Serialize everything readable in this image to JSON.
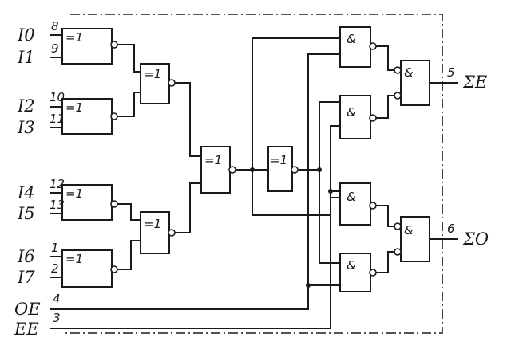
{
  "gate_labels": {
    "xor": "=1",
    "and": "&"
  },
  "inputs": [
    {
      "name": "I0",
      "pin": "8"
    },
    {
      "name": "I1",
      "pin": "9"
    },
    {
      "name": "I2",
      "pin": "10"
    },
    {
      "name": "I3",
      "pin": "11"
    },
    {
      "name": "I4",
      "pin": "12"
    },
    {
      "name": "I5",
      "pin": "13"
    },
    {
      "name": "I6",
      "pin": "1"
    },
    {
      "name": "I7",
      "pin": "2"
    }
  ],
  "enables": [
    {
      "name": "OE",
      "pin": "4"
    },
    {
      "name": "EE",
      "pin": "3"
    }
  ],
  "outputs": [
    {
      "name": "ΣE",
      "pin": "5"
    },
    {
      "name": "ΣO",
      "pin": "6"
    }
  ]
}
